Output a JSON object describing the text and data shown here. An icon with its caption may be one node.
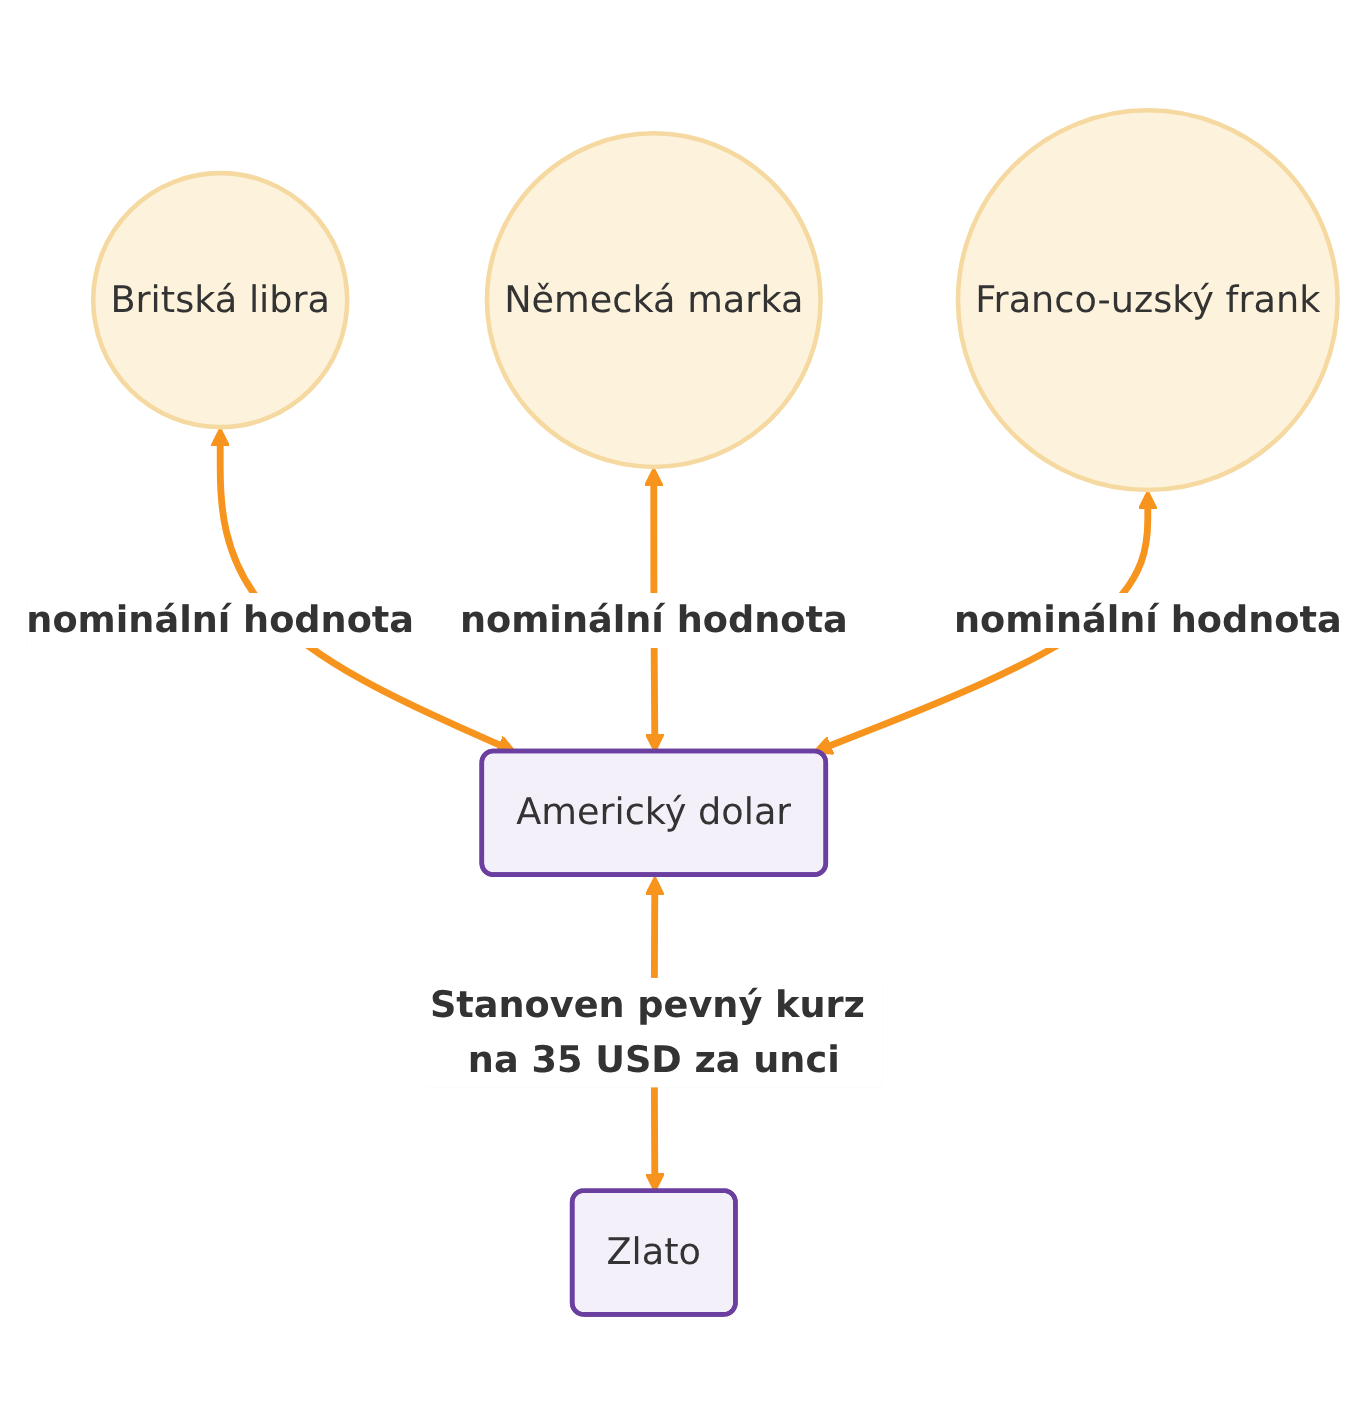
{
  "diagram": {
    "nodes": [
      {
        "text": [
          "Britská libra"
        ]
      },
      {
        "text": [
          "Německá marka"
        ]
      },
      {
        "text": [
          "Franco-uzský frank"
        ]
      },
      {
        "text": [
          "Americký dolar"
        ]
      },
      {
        "text": [
          "Zlato"
        ]
      }
    ],
    "edges": [
      {
        "from": 0,
        "to": 3,
        "arrow": "both",
        "label": "nominální hodnota"
      },
      {
        "from": 1,
        "to": 3,
        "arrow": "both",
        "label": "nominální hodnota"
      },
      {
        "from": 2,
        "to": 3,
        "arrow": "both",
        "label": "nominální hodnota"
      },
      {
        "from": 3,
        "to": 4,
        "arrow": "both",
        "label": "Stanoven pevný kurz na 35 USD za unci"
      }
    ]
  }
}
